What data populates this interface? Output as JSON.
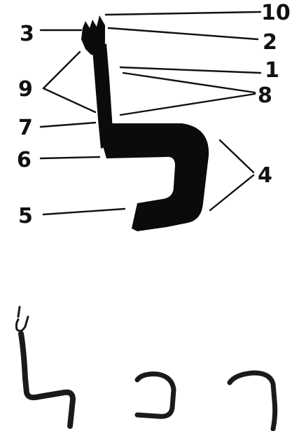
{
  "callouts": {
    "n1": "1",
    "n2": "2",
    "n3": "3",
    "n4": "4",
    "n5": "5",
    "n6": "6",
    "n7": "7",
    "n8": "8",
    "n9": "9",
    "n10": "10"
  },
  "colors": {
    "ink": "#0b0b0b",
    "background": "#ffffff"
  },
  "illustrations": {
    "top": "lamed-letter-anatomy",
    "bottom": "handwritten-script-sample"
  }
}
